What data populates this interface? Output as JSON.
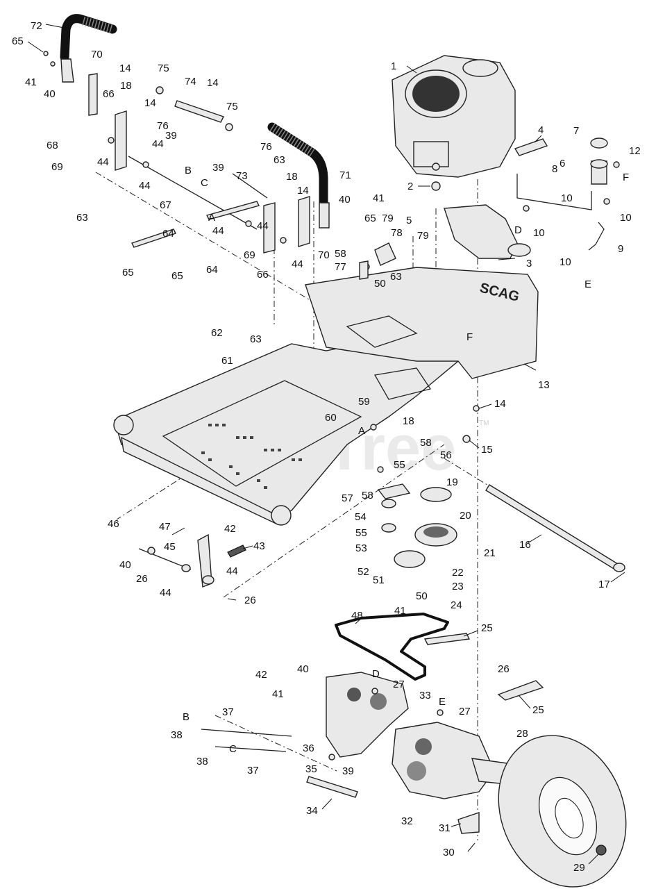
{
  "diagram": {
    "watermark": "PartsTree",
    "watermark_mark": "TM",
    "deck_brand": "SCAG"
  },
  "callouts": [
    {
      "id": "c1",
      "label": "1"
    },
    {
      "id": "c2",
      "label": "2"
    },
    {
      "id": "c3",
      "label": "3"
    },
    {
      "id": "c4",
      "label": "4"
    },
    {
      "id": "c5",
      "label": "5"
    },
    {
      "id": "c6",
      "label": "6"
    },
    {
      "id": "c7",
      "label": "7"
    },
    {
      "id": "c8",
      "label": "8"
    },
    {
      "id": "c9",
      "label": "9"
    },
    {
      "id": "c10a",
      "label": "10"
    },
    {
      "id": "c10b",
      "label": "10"
    },
    {
      "id": "c10c",
      "label": "10"
    },
    {
      "id": "c10d",
      "label": "10"
    },
    {
      "id": "c12",
      "label": "12"
    },
    {
      "id": "c13",
      "label": "13"
    },
    {
      "id": "c14a",
      "label": "14"
    },
    {
      "id": "c14b",
      "label": "14"
    },
    {
      "id": "c14c",
      "label": "14"
    },
    {
      "id": "c14d",
      "label": "14"
    },
    {
      "id": "c14e",
      "label": "14"
    },
    {
      "id": "c15",
      "label": "15"
    },
    {
      "id": "c16",
      "label": "16"
    },
    {
      "id": "c17",
      "label": "17"
    },
    {
      "id": "c18a",
      "label": "18"
    },
    {
      "id": "c18b",
      "label": "18"
    },
    {
      "id": "c18c",
      "label": "18"
    },
    {
      "id": "c19",
      "label": "19"
    },
    {
      "id": "c20",
      "label": "20"
    },
    {
      "id": "c21",
      "label": "21"
    },
    {
      "id": "c22",
      "label": "22"
    },
    {
      "id": "c23",
      "label": "23"
    },
    {
      "id": "c24",
      "label": "24"
    },
    {
      "id": "c25a",
      "label": "25"
    },
    {
      "id": "c25b",
      "label": "25"
    },
    {
      "id": "c26a",
      "label": "26"
    },
    {
      "id": "c26b",
      "label": "26"
    },
    {
      "id": "c26c",
      "label": "26"
    },
    {
      "id": "c27a",
      "label": "27"
    },
    {
      "id": "c27b",
      "label": "27"
    },
    {
      "id": "c28",
      "label": "28"
    },
    {
      "id": "c29",
      "label": "29"
    },
    {
      "id": "c30",
      "label": "30"
    },
    {
      "id": "c31",
      "label": "31"
    },
    {
      "id": "c32",
      "label": "32"
    },
    {
      "id": "c33",
      "label": "33"
    },
    {
      "id": "c34",
      "label": "34"
    },
    {
      "id": "c35",
      "label": "35"
    },
    {
      "id": "c36",
      "label": "36"
    },
    {
      "id": "c37a",
      "label": "37"
    },
    {
      "id": "c37b",
      "label": "37"
    },
    {
      "id": "c38a",
      "label": "38"
    },
    {
      "id": "c38b",
      "label": "38"
    },
    {
      "id": "c39a",
      "label": "39"
    },
    {
      "id": "c39b",
      "label": "39"
    },
    {
      "id": "c39c",
      "label": "39"
    },
    {
      "id": "c40a",
      "label": "40"
    },
    {
      "id": "c40b",
      "label": "40"
    },
    {
      "id": "c40c",
      "label": "40"
    },
    {
      "id": "c40d",
      "label": "40"
    },
    {
      "id": "c41a",
      "label": "41"
    },
    {
      "id": "c41b",
      "label": "41"
    },
    {
      "id": "c41c",
      "label": "41"
    },
    {
      "id": "c41d",
      "label": "41"
    },
    {
      "id": "c42a",
      "label": "42"
    },
    {
      "id": "c42b",
      "label": "42"
    },
    {
      "id": "c43",
      "label": "43"
    },
    {
      "id": "c44a",
      "label": "44"
    },
    {
      "id": "c44b",
      "label": "44"
    },
    {
      "id": "c44c",
      "label": "44"
    },
    {
      "id": "c44d",
      "label": "44"
    },
    {
      "id": "c44e",
      "label": "44"
    },
    {
      "id": "c44f",
      "label": "44"
    },
    {
      "id": "c44g",
      "label": "44"
    },
    {
      "id": "c44h",
      "label": "44"
    },
    {
      "id": "c45",
      "label": "45"
    },
    {
      "id": "c46",
      "label": "46"
    },
    {
      "id": "c47",
      "label": "47"
    },
    {
      "id": "c48",
      "label": "48"
    },
    {
      "id": "c50a",
      "label": "50"
    },
    {
      "id": "c50b",
      "label": "50"
    },
    {
      "id": "c51",
      "label": "51"
    },
    {
      "id": "c52",
      "label": "52"
    },
    {
      "id": "c53",
      "label": "53"
    },
    {
      "id": "c54",
      "label": "54"
    },
    {
      "id": "c55a",
      "label": "55"
    },
    {
      "id": "c55b",
      "label": "55"
    },
    {
      "id": "c56",
      "label": "56"
    },
    {
      "id": "c57",
      "label": "57"
    },
    {
      "id": "c58a",
      "label": "58"
    },
    {
      "id": "c58b",
      "label": "58"
    },
    {
      "id": "c58c",
      "label": "58"
    },
    {
      "id": "c59",
      "label": "59"
    },
    {
      "id": "c60",
      "label": "60"
    },
    {
      "id": "c61",
      "label": "61"
    },
    {
      "id": "c62",
      "label": "62"
    },
    {
      "id": "c63a",
      "label": "63"
    },
    {
      "id": "c63b",
      "label": "63"
    },
    {
      "id": "c63c",
      "label": "63"
    },
    {
      "id": "c63d",
      "label": "63"
    },
    {
      "id": "c64a",
      "label": "64"
    },
    {
      "id": "c64b",
      "label": "64"
    },
    {
      "id": "c65a",
      "label": "65"
    },
    {
      "id": "c65b",
      "label": "65"
    },
    {
      "id": "c65c",
      "label": "65"
    },
    {
      "id": "c65d",
      "label": "65"
    },
    {
      "id": "c66a",
      "label": "66"
    },
    {
      "id": "c66b",
      "label": "66"
    },
    {
      "id": "c67",
      "label": "67"
    },
    {
      "id": "c68",
      "label": "68"
    },
    {
      "id": "c69a",
      "label": "69"
    },
    {
      "id": "c69b",
      "label": "69"
    },
    {
      "id": "c70a",
      "label": "70"
    },
    {
      "id": "c70b",
      "label": "70"
    },
    {
      "id": "c71",
      "label": "71"
    },
    {
      "id": "c72",
      "label": "72"
    },
    {
      "id": "c73",
      "label": "73"
    },
    {
      "id": "c74",
      "label": "74"
    },
    {
      "id": "c75a",
      "label": "75"
    },
    {
      "id": "c75b",
      "label": "75"
    },
    {
      "id": "c76a",
      "label": "76"
    },
    {
      "id": "c76b",
      "label": "76"
    },
    {
      "id": "c77",
      "label": "77"
    },
    {
      "id": "c78",
      "label": "78"
    },
    {
      "id": "c79a",
      "label": "79"
    },
    {
      "id": "c79b",
      "label": "79"
    }
  ],
  "connection_letters": [
    {
      "id": "LA1",
      "label": "A"
    },
    {
      "id": "LA2",
      "label": "A"
    },
    {
      "id": "LB1",
      "label": "B"
    },
    {
      "id": "LB2",
      "label": "B"
    },
    {
      "id": "LC1",
      "label": "C"
    },
    {
      "id": "LC2",
      "label": "C"
    },
    {
      "id": "LD1",
      "label": "D"
    },
    {
      "id": "LD2",
      "label": "D"
    },
    {
      "id": "LE1",
      "label": "E"
    },
    {
      "id": "LE2",
      "label": "E"
    },
    {
      "id": "LF1",
      "label": "F"
    },
    {
      "id": "LF2",
      "label": "F"
    }
  ]
}
